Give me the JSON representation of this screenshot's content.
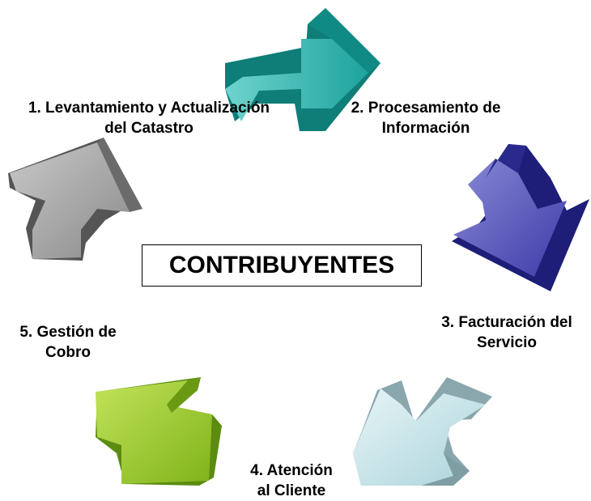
{
  "center": {
    "label": "CONTRIBUYENTES"
  },
  "steps": [
    {
      "line1": "1. Levantamiento y Actualización",
      "line2": "del Catastro",
      "color": "#7f7f7f"
    },
    {
      "line1": "2. Procesamiento de",
      "line2": "Información",
      "color": "#2fb2ac"
    },
    {
      "line1": "3. Facturación del",
      "line2": "Servicio",
      "color": "#3c3caa"
    },
    {
      "line1": "4. Atención",
      "line2": "al Cliente",
      "color": "#bfe3e8"
    },
    {
      "line1": "5. Gestión de",
      "line2": "Cobro",
      "color": "#8fc020"
    }
  ]
}
